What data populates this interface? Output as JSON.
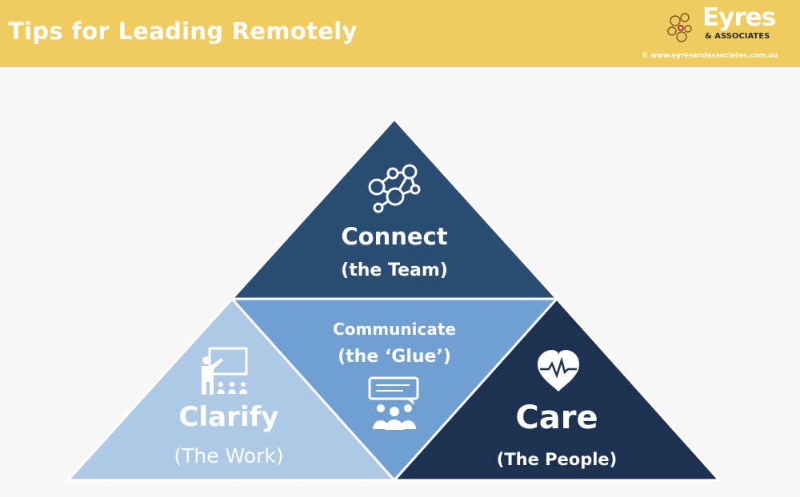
{
  "header": {
    "title": "Tips for Leading Remotely",
    "brand_name": "Eyres",
    "brand_sub": "& ASSOCIATES",
    "copyright": "© www.eyresandassociates.com.au"
  },
  "diagram": {
    "top": {
      "title": "Connect",
      "subtitle": "(the Team)",
      "color": "#2b4d73",
      "icon": "network-people-icon"
    },
    "center": {
      "title": "Communicate",
      "subtitle": "(the ‘Glue’)",
      "color": "#6fa0d1",
      "icon": "chat-team-icon"
    },
    "left": {
      "title": "Clarify",
      "subtitle": "(The Work)",
      "color": "#aec9e6",
      "icon": "presentation-icon"
    },
    "right": {
      "title": "Care",
      "subtitle": "(The People)",
      "color": "#1c3250",
      "icon": "heartbeat-icon"
    }
  }
}
